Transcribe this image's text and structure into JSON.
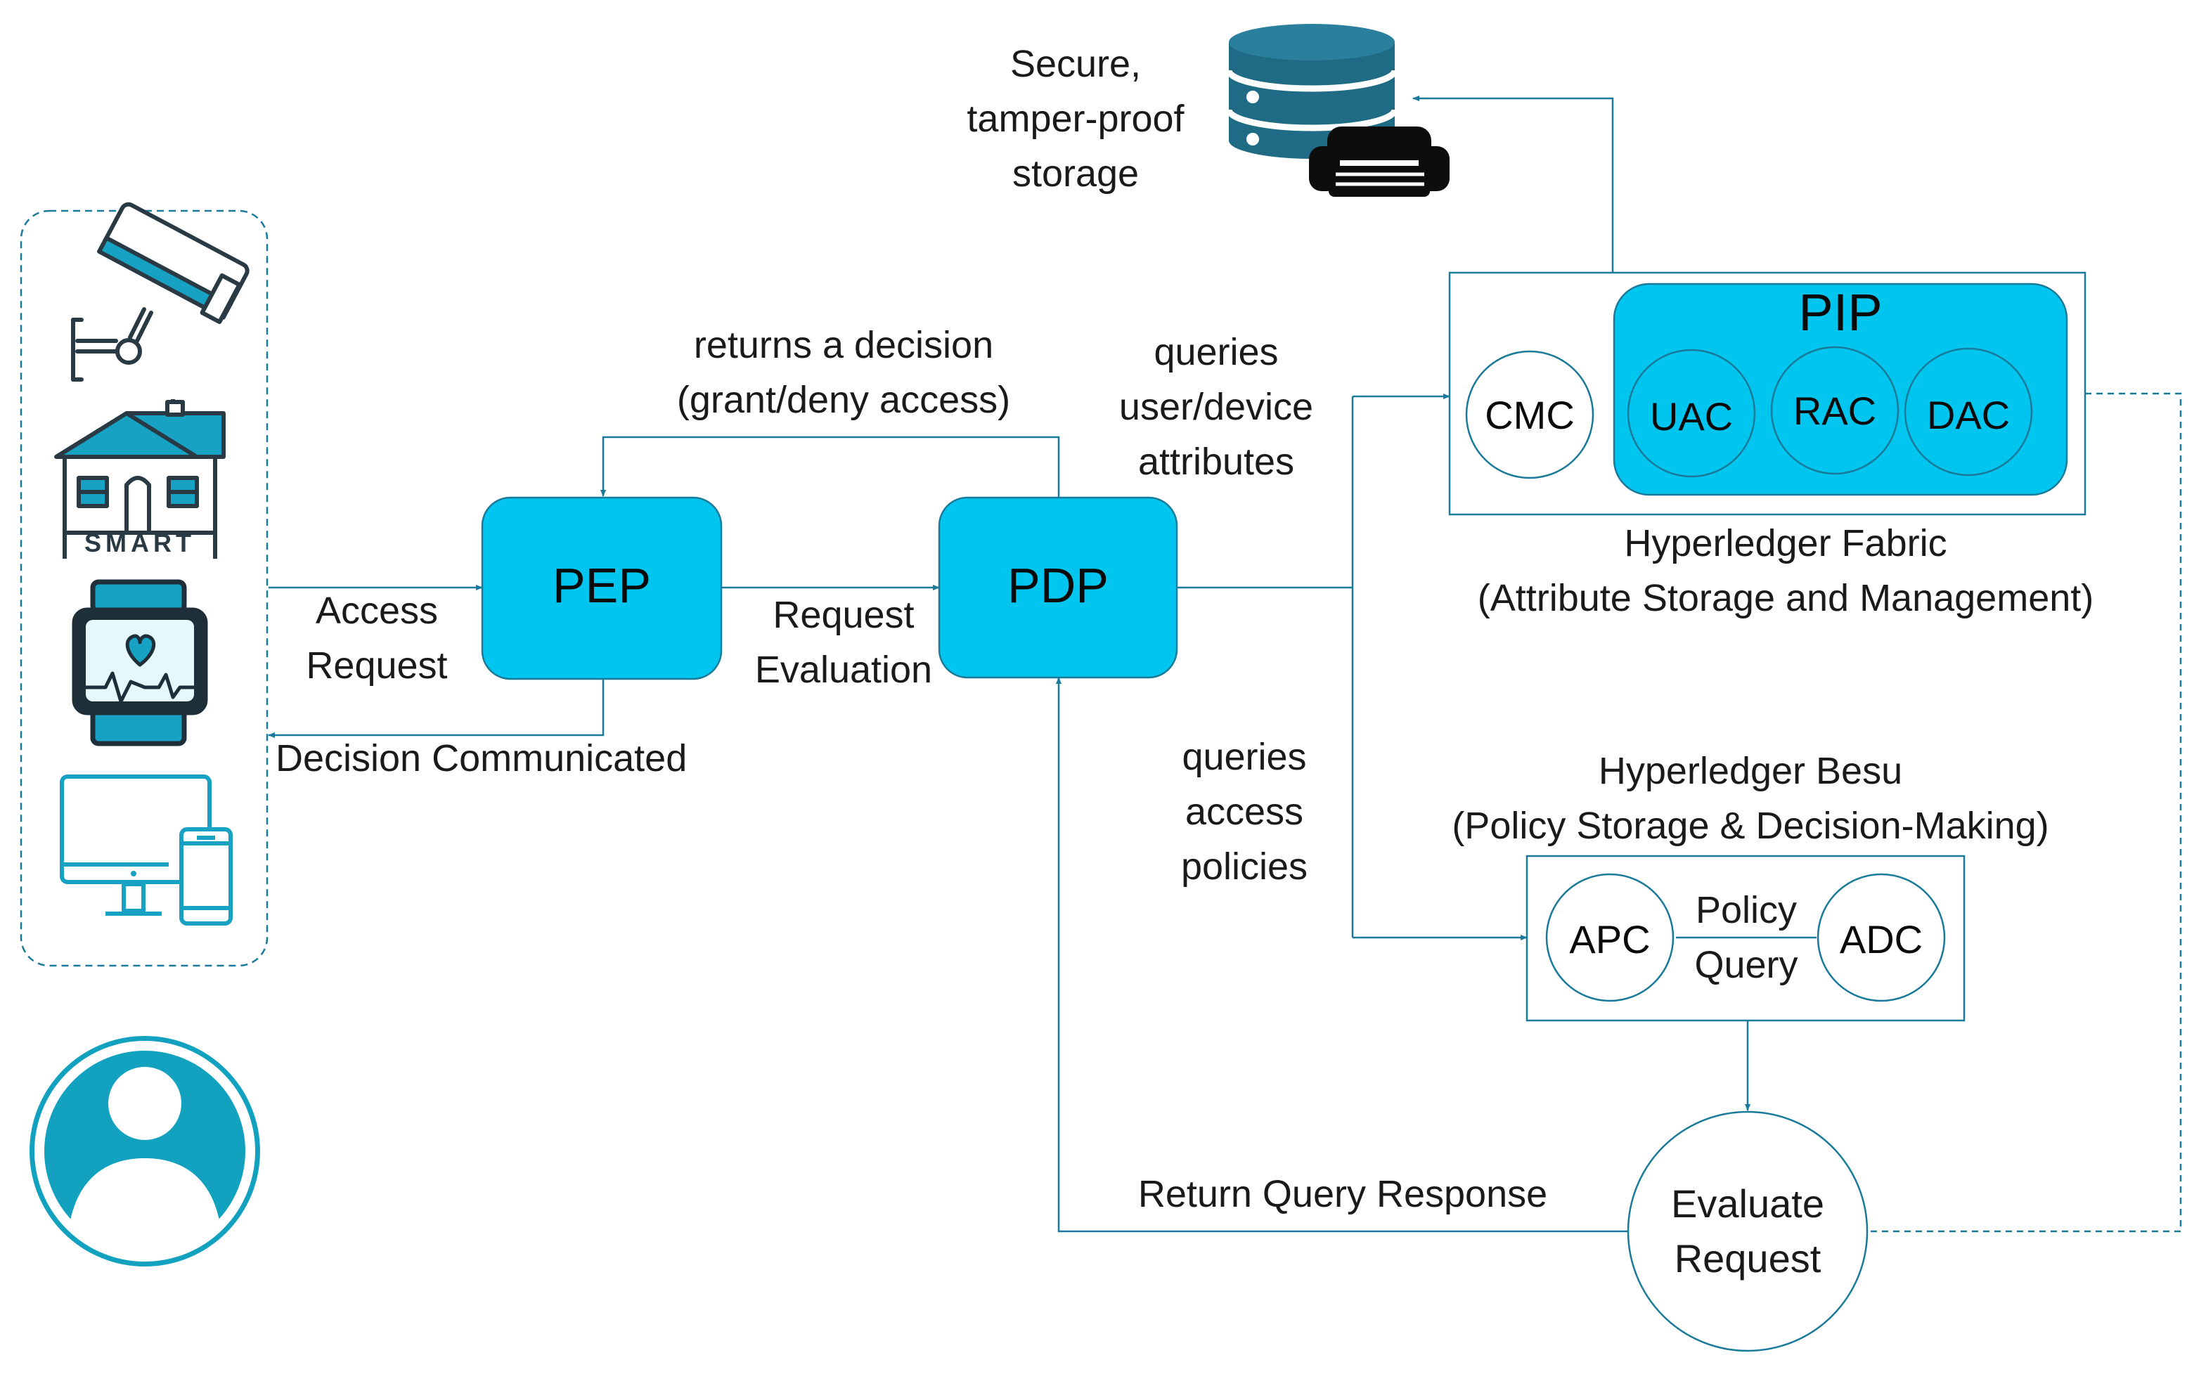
{
  "colors": {
    "accent": "#00c5ef",
    "line": "#1a7a99",
    "dark": "#1f6a84",
    "icon_teal": "#17a2c4",
    "user_teal": "#12a2c0"
  },
  "icons": [
    "cctv-camera-icon",
    "smart-home-icon",
    "smartwatch-icon",
    "computer-tablet-icon",
    "user-avatar-icon",
    "database-icon",
    "sofa-icon"
  ],
  "devices": {
    "smart_home_label": "SMART"
  },
  "storage": {
    "label": "Secure,\ntamper-proof\nstorage"
  },
  "nodes": {
    "pep": "PEP",
    "pdp": "PDP",
    "pip": "PIP",
    "cmc": "CMC",
    "uac": "UAC",
    "rac": "RAC",
    "dac": "DAC",
    "apc": "APC",
    "adc": "ADC",
    "evaluate": "Evaluate\nRequest"
  },
  "labels": {
    "access_request": "Access\nRequest",
    "decision_communicated": "Decision Communicated",
    "request_evaluation": "Request\nEvaluation",
    "returns_decision": "returns a decision\n(grant/deny access)",
    "queries_attributes": "queries\nuser/device\nattributes",
    "queries_policies": "queries\naccess\npolicies",
    "fabric": "Hyperledger Fabric\n(Attribute Storage and Management)",
    "besu": "Hyperledger Besu\n(Policy Storage & Decision-Making)",
    "policy_query": "Policy\nQuery",
    "return_query_response": "Return Query Response"
  }
}
